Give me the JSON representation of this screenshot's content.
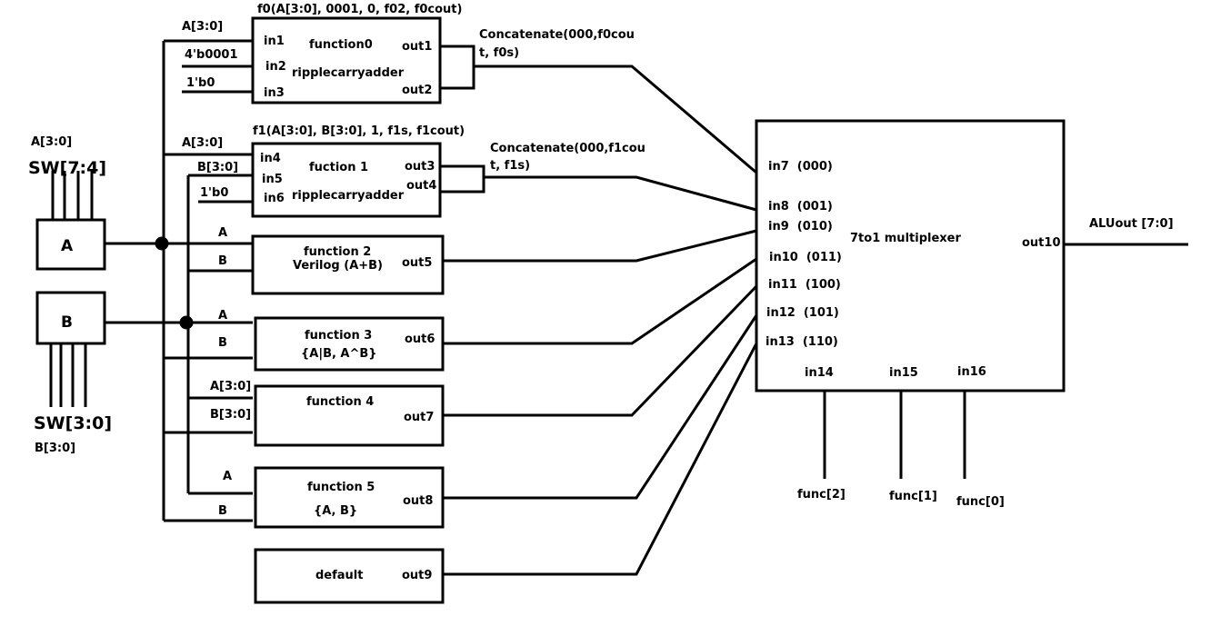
{
  "switches": {
    "top_bus": "A[3:0]",
    "top_switch": "SW[7:4]",
    "bottom_switch": "SW[3:0]",
    "bottom_bus": "B[3:0]"
  },
  "registers": {
    "a": "A",
    "b": "B"
  },
  "func0": {
    "header": "f0(A[3:0], 0001, 0, f02, f0cout)",
    "in_a_label": "A[3:0]",
    "in_b_label": "4'b0001",
    "in_c_label": "1'b0",
    "port_in1": "in1",
    "port_in2": "in2",
    "port_in3": "in3",
    "name": "function0",
    "module": "ripplecarryadder",
    "port_out1": "out1",
    "port_out2": "out2",
    "concat_line1": "Concatenate(000,f0cou",
    "concat_line2": "t, f0s)"
  },
  "func1": {
    "header": "f1(A[3:0], B[3:0], 1, f1s, f1cout)",
    "in_a_label": "A[3:0]",
    "in_b_label": "B[3:0]",
    "in_c_label": "1'b0",
    "port_in4": "in4",
    "port_in5": "in5",
    "port_in6": "in6",
    "name": "fuction 1",
    "module": "ripplecarryadder",
    "port_out3": "out3",
    "port_out4": "out4",
    "concat_line1": "Concatenate(000,f1cou",
    "concat_line2": "t, f1s)"
  },
  "func2": {
    "in_a": "A",
    "in_b": "B",
    "name": "function 2",
    "desc": "Verilog (A+B)",
    "out": "out5"
  },
  "func3": {
    "in_a": "A",
    "in_b": "B",
    "name": "function 3",
    "desc": "{A|B, A^B}",
    "out": "out6"
  },
  "func4": {
    "in_a": "A[3:0]",
    "in_b": "B[3:0]",
    "name": "function 4",
    "out": "out7"
  },
  "func5": {
    "in_a": "A",
    "in_b": "B",
    "name": "function 5",
    "desc": "{A, B}",
    "out": "out8"
  },
  "default_block": {
    "name": "default",
    "out": "out9"
  },
  "mux": {
    "title": "7to1 multiplexer",
    "inputs": [
      "in7  (000)",
      "in8  (001)",
      "in9  (010)",
      "in10  (011)",
      "in11  (100)",
      "in12  (101)",
      "in13  (110)"
    ],
    "selects": [
      "in14",
      "in15",
      "in16"
    ],
    "select_signals": [
      "func[2]",
      "func[1]",
      "func[0]"
    ],
    "out_port": "out10",
    "output": "ALUout [7:0]"
  }
}
